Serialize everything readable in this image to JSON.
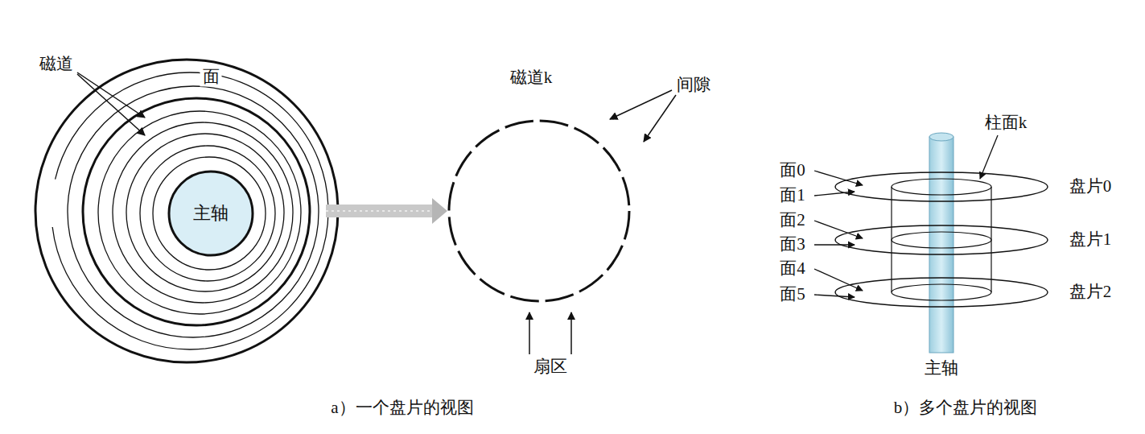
{
  "diagram": {
    "nodes": [
      {
        "text": [
          "主轴"
        ]
      }
    ],
    "labels": [
      "磁道",
      "面",
      "磁道k",
      "间隙",
      "扇区",
      "a）一个盘片的视图",
      "柱面k",
      "面0",
      "面1",
      "面2",
      "面3",
      "面4",
      "面5",
      "盘片0",
      "盘片1",
      "盘片2",
      "主轴",
      "b）多个盘片的视图"
    ]
  }
}
